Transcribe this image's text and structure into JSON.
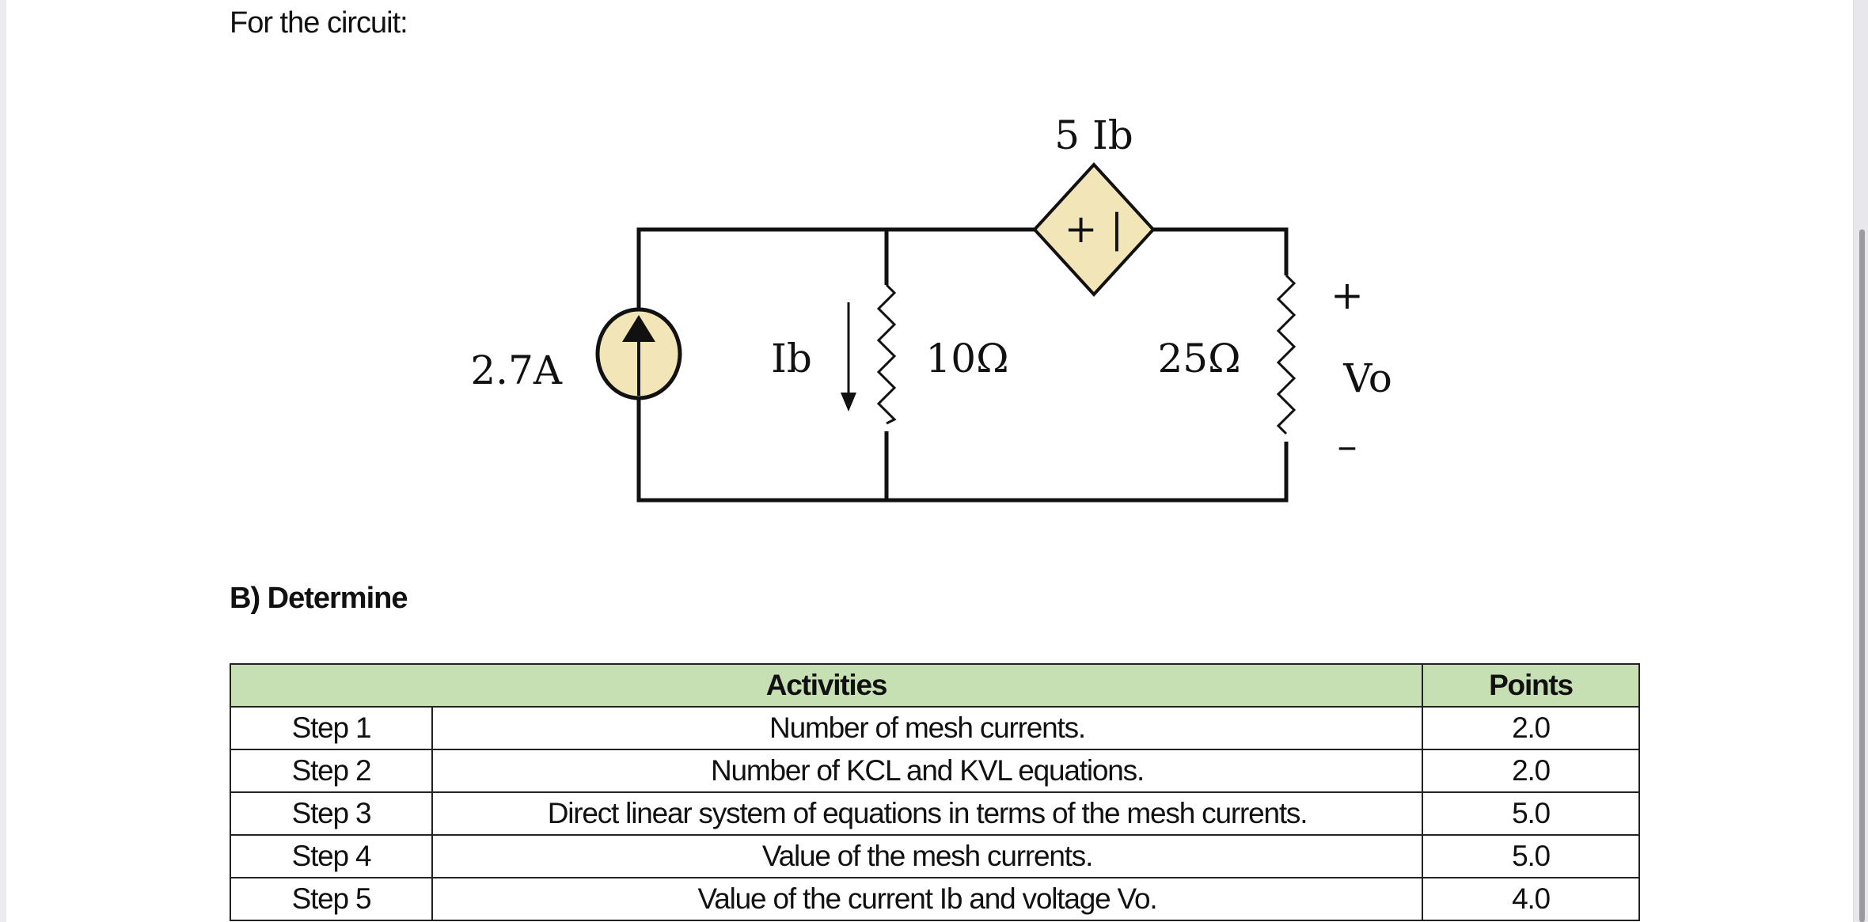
{
  "intro_text": "For the circuit:",
  "circuit": {
    "dependent_source_label": "5 Ib",
    "dependent_source_polarity": "+ |",
    "current_source_label": "2.7A",
    "current_label": "Ib",
    "resistor_1_label": "10Ω",
    "resistor_2_label": "25Ω",
    "vo_plus": "+",
    "vo_label": "Vo",
    "vo_minus": "–",
    "source_fill_color": "#f2e6b8"
  },
  "section_heading": "B) Determine",
  "table": {
    "header_color": "#c6e0b4",
    "headers": {
      "step": "",
      "activities": "Activities",
      "points": "Points"
    },
    "rows": [
      {
        "step": "Step 1",
        "activity": "Number of mesh currents.",
        "points": "2.0"
      },
      {
        "step": "Step 2",
        "activity": "Number of KCL and KVL equations.",
        "points": "2.0"
      },
      {
        "step": "Step 3",
        "activity": "Direct linear system of equations in terms of the mesh currents.",
        "points": "5.0"
      },
      {
        "step": "Step 4",
        "activity": "Value of the mesh currents.",
        "points": "5.0"
      },
      {
        "step": "Step 5",
        "activity": "Value of the current Ib and voltage Vo.",
        "points": "4.0"
      }
    ]
  }
}
